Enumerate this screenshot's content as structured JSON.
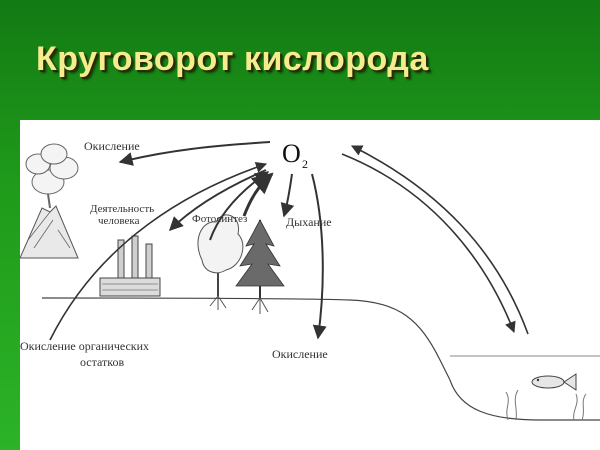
{
  "slide": {
    "title": "Круговорот кислорода"
  },
  "diagram": {
    "center_label": "O",
    "center_subscript": "2",
    "labels": {
      "oxidation_top": "Окисление",
      "human_activity_line1": "Деятельность",
      "human_activity_line2": "человека",
      "photosynthesis": "Фотосинтез",
      "respiration": "Дыхание",
      "oxidation_organic_line1": "Окисление органических",
      "oxidation_organic_line2": "остатков",
      "oxidation_bottom": "Окисление"
    },
    "icons": [
      "volcano-icon",
      "factory-icon",
      "deciduous-tree-icon",
      "spruce-tree-icon",
      "fish-icon",
      "water-plants-icon"
    ],
    "colors": {
      "background_green": "#1f9a1a",
      "title_yellow": "#f4ec8f",
      "ink": "#333333"
    }
  }
}
